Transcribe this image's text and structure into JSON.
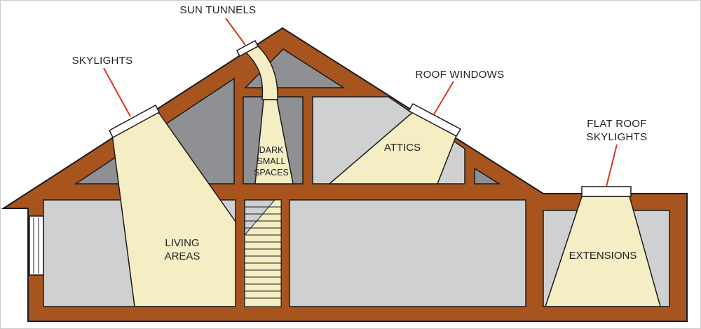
{
  "callouts": {
    "sun_tunnels": "SUN TUNNELS",
    "skylights": "SKYLIGHTS",
    "roof_windows": "ROOF WINDOWS",
    "flat_roof_line1": "FLAT ROOF",
    "flat_roof_line2": "SKYLIGHTS"
  },
  "rooms": {
    "dark_line1": "DARK",
    "dark_line2": "SMALL",
    "dark_line3": "SPACES",
    "attics": "ATTICS",
    "living_line1": "LIVING",
    "living_line2": "AREAS",
    "extensions": "EXTENSIONS"
  },
  "colors": {
    "frame": "#a8541f",
    "outline": "#1a1a1a",
    "wall_fill": "#cfd0d2",
    "shadow_fill": "#8f9093",
    "light_fill": "#f5edc3",
    "callout_line": "#d43a1f"
  }
}
